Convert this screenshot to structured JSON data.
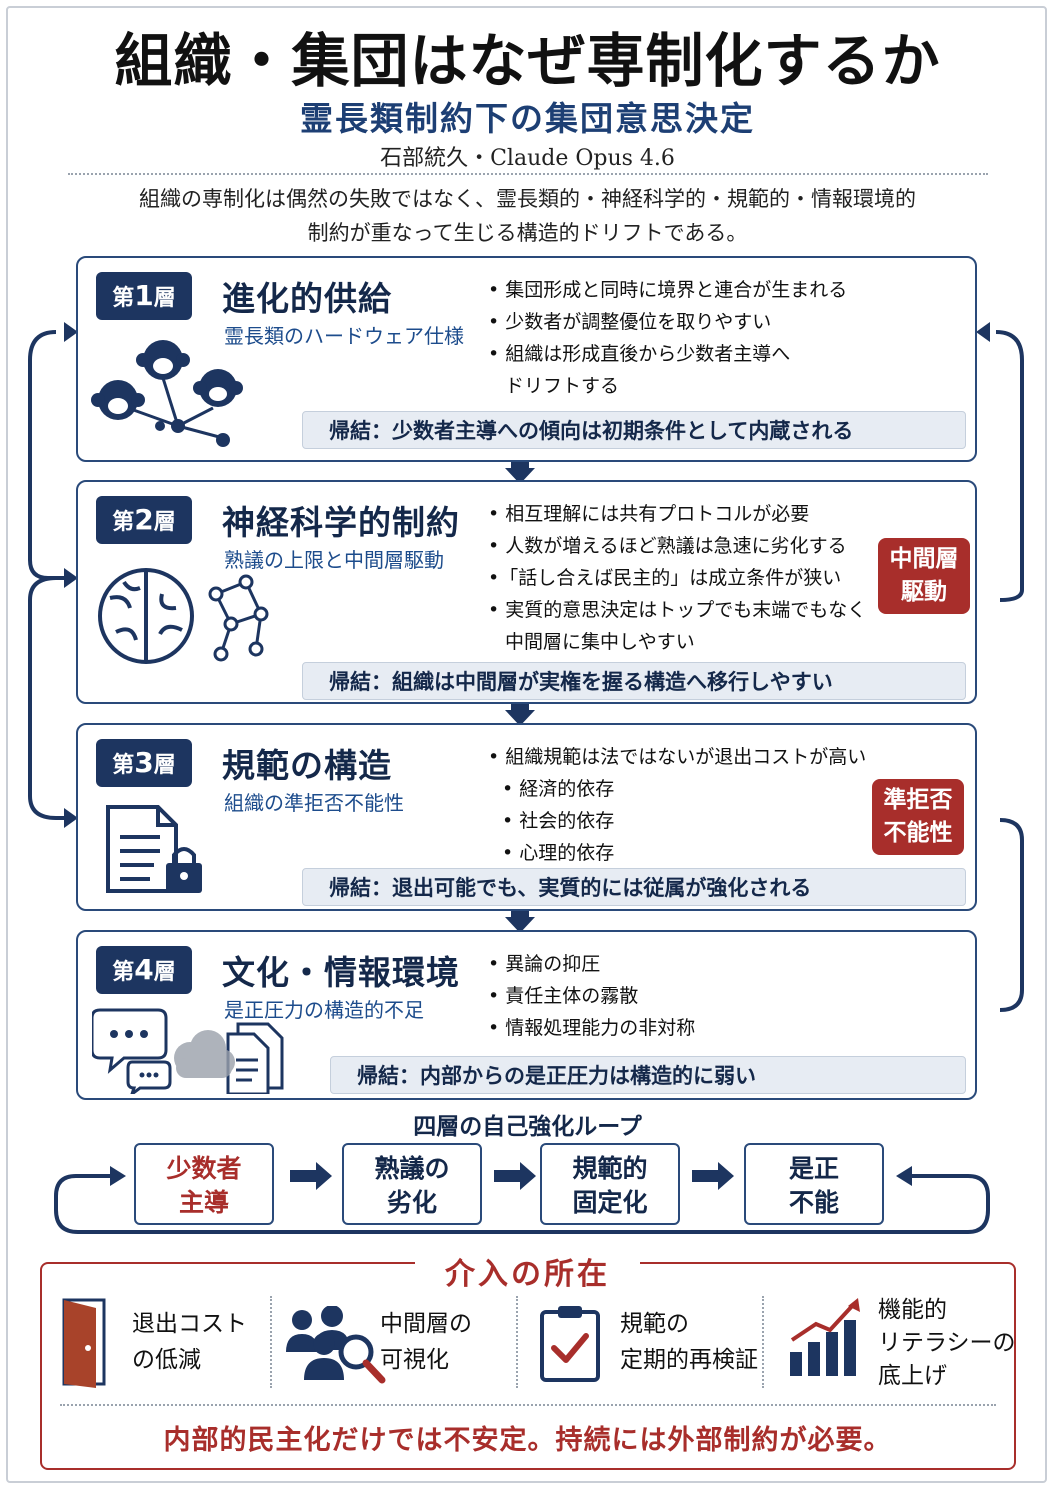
{
  "title": "組織・集団はなぜ専制化するか",
  "subtitle": "霊長類制約下の集団意思決定",
  "authors": "石部統久・Claude Opus 4.6",
  "intro": [
    "組織の専制化は偶然の失敗ではなく、霊長類的・神経科学的・規範的・情報環境的",
    "制約が重なって生じる構造的ドリフトである。"
  ],
  "colors": {
    "navy": "#1d3560",
    "accent_blue": "#1d4c8c",
    "red": "#a82e2b",
    "conclusion_bg": "#e7ecf3"
  },
  "layers": [
    {
      "badge_prefix": "第",
      "badge_num": "1",
      "badge_suffix": "層",
      "name": "進化的供給",
      "sub": "霊長類のハードウェア仕様",
      "icon": "monkeys-network-icon",
      "bullets": [
        "• 集団形成と同時に境界と連合が生まれる",
        "• 少数者が調整優位を取りやすい",
        "• 組織は形成直後から少数者主導へ",
        "ドリフトする"
      ],
      "conclusion": "帰結：少数者主導への傾向は初期条件として内蔵される"
    },
    {
      "badge_prefix": "第",
      "badge_num": "2",
      "badge_suffix": "層",
      "name": "神経科学的制約",
      "sub": "熟議の上限と中間層駆動",
      "icon": "brain-network-icon",
      "bullets": [
        "• 相互理解には共有プロトコルが必要",
        "• 人数が増えるほど熟議は急速に劣化する",
        "•「話し合えば民主的」は成立条件が狭い",
        "• 実質的意思決定はトップでも末端でもなく",
        "中間層に集中しやすい"
      ],
      "tag": [
        "中間層",
        "駆動"
      ],
      "conclusion": "帰結：組織は中間層が実権を握る構造へ移行しやすい"
    },
    {
      "badge_prefix": "第",
      "badge_num": "3",
      "badge_suffix": "層",
      "name": "規範の構造",
      "sub": "組織の準拒否不能性",
      "icon": "document-lock-icon",
      "bullets": [
        "• 組織規範は法ではないが退出コストが高い",
        "• 経済的依存",
        "• 社会的依存",
        "• 心理的依存"
      ],
      "tag": [
        "準拒否",
        "不能性"
      ],
      "conclusion": "帰結：退出可能でも、実質的には従属が強化される"
    },
    {
      "badge_prefix": "第",
      "badge_num": "4",
      "badge_suffix": "層",
      "name": "文化・情報環境",
      "sub": "是正圧力の構造的不足",
      "icon": "speech-cloud-document-icon",
      "bullets": [
        "• 異論の抑圧",
        "• 責任主体の霧散",
        "• 情報処理能力の非対称"
      ],
      "conclusion": "帰結：内部からの是正圧力は構造的に弱い"
    }
  ],
  "loop": {
    "title": "四層の自己強化ループ",
    "boxes": [
      [
        "少数者",
        "主導"
      ],
      [
        "熟議の",
        "劣化"
      ],
      [
        "規範的",
        "固定化"
      ],
      [
        "是正",
        "不能"
      ]
    ]
  },
  "intervention": {
    "title": "介入の所在",
    "items": [
      {
        "icon": "door-icon",
        "lines": [
          "退出コスト",
          "の低減"
        ]
      },
      {
        "icon": "people-magnifier-icon",
        "lines": [
          "中間層の",
          "可視化"
        ]
      },
      {
        "icon": "clipboard-check-icon",
        "lines": [
          "規範の",
          "定期的再検証"
        ]
      },
      {
        "icon": "growth-chart-icon",
        "lines": [
          "機能的",
          "リテラシーの",
          "底上げ"
        ]
      }
    ],
    "footer": "内部的民主化だけでは不安定。持続には外部制約が必要。"
  }
}
